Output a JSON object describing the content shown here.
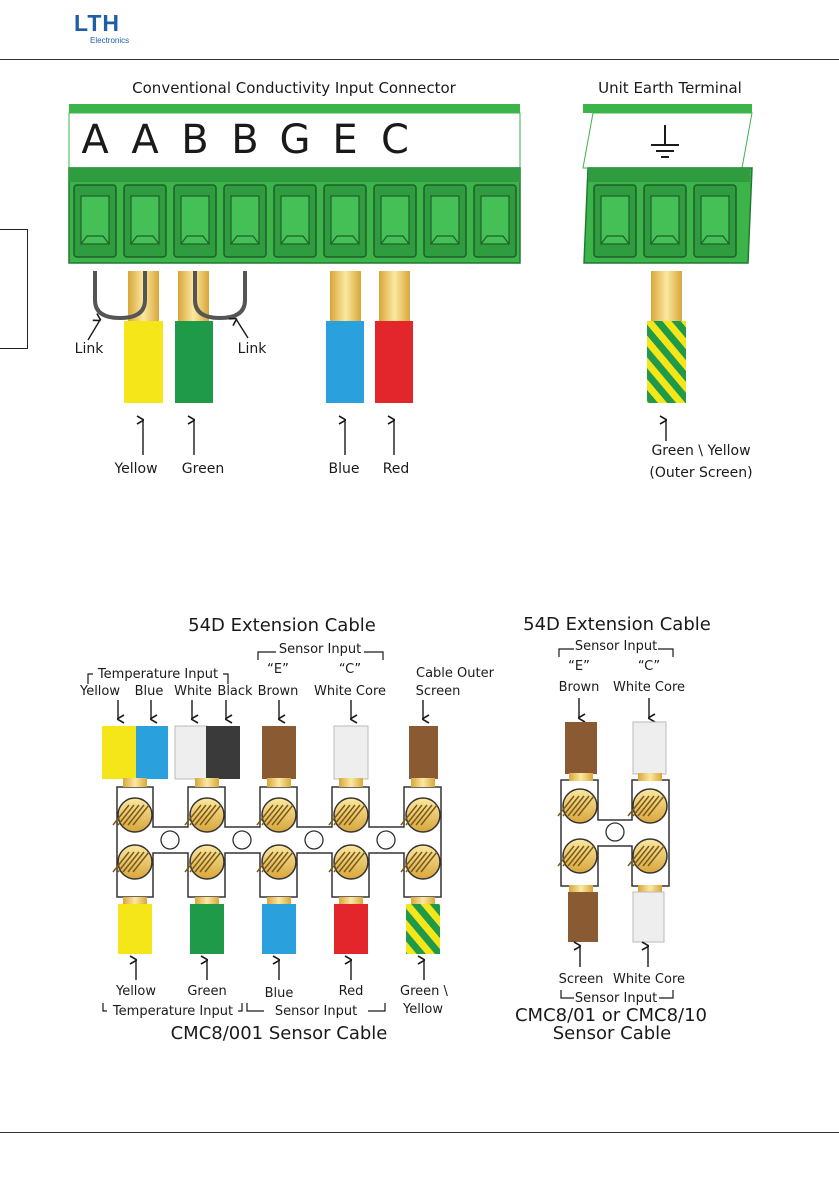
{
  "header": {
    "brand": "LTH",
    "brand_sub": "Electronics"
  },
  "diagram1": {
    "connector_title": "Conventional Conductivity Input Connector",
    "earth_title": "Unit Earth Terminal",
    "terminal_letters": [
      "A",
      "A",
      "B",
      "B",
      "G",
      "E",
      "C"
    ],
    "earth_symbol": "⏚",
    "link_labels": [
      "Link",
      "Link"
    ],
    "wire_labels": [
      "Yellow",
      "Green",
      "Blue",
      "Red"
    ],
    "earth_wire_label_line1": "Green \\ Yellow",
    "earth_wire_label_line2": "(Outer Screen)"
  },
  "diagram2": {
    "title": "54D Extension Cable",
    "sensor_input_top": "Sensor Input",
    "temperature_input_top": "Temperature Input",
    "top_cols": [
      "Yellow",
      "Blue",
      "White",
      "Black"
    ],
    "e_label": "“E”",
    "e_sub": "Brown",
    "c_label": "“C”",
    "c_sub": "White Core",
    "outer_label_line1": "Cable Outer",
    "outer_label_line2": "Screen",
    "bottom_labels": [
      "Yellow",
      "Green",
      "Blue",
      "Red",
      "Green \\"
    ],
    "bottom_label_extra": "Yellow",
    "temperature_input_bottom": "Temperature Input",
    "sensor_input_bottom": "Sensor Input",
    "caption": "CMC8/001 Sensor Cable"
  },
  "diagram3": {
    "title": "54D Extension Cable",
    "sensor_input_top": "Sensor Input",
    "e_label": "“E”",
    "e_sub": "Brown",
    "c_label": "“C”",
    "c_sub": "White Core",
    "bottom_labels": [
      "Screen",
      "White Core"
    ],
    "sensor_input_bottom": "Sensor Input",
    "caption_line1": "CMC8/01 or CMC8/10",
    "caption_line2": "Sensor Cable"
  },
  "colors": {
    "terminal_green": "#3db44a",
    "terminal_dark": "#1f7a33",
    "yellow": "#f5e61a",
    "green": "#1f9a48",
    "blue": "#2aa0dc",
    "red": "#e2262b",
    "brown": "#8a5a32",
    "white_wire": "#eeeeee",
    "black_wire": "#3a3a3a",
    "brand": "#1e5da8"
  }
}
